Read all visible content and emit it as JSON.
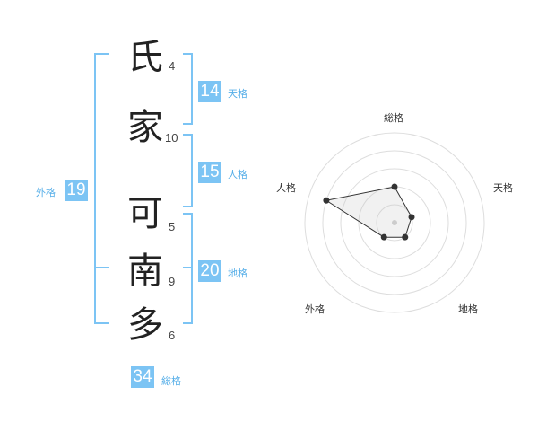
{
  "name_chars": [
    {
      "char": "氏",
      "strokes": "4"
    },
    {
      "char": "家",
      "strokes": "10"
    },
    {
      "char": "可",
      "strokes": "5"
    },
    {
      "char": "南",
      "strokes": "9"
    },
    {
      "char": "多",
      "strokes": "6"
    }
  ],
  "fortunes": {
    "tenkaku": {
      "value": "14",
      "label": "天格"
    },
    "jinkaku": {
      "value": "15",
      "label": "人格"
    },
    "chikaku": {
      "value": "20",
      "label": "地格"
    },
    "gaikaku": {
      "value": "19",
      "label": "外格"
    },
    "soukaku": {
      "value": "34",
      "label": "総格"
    }
  },
  "colors": {
    "accent": "#7cc4f4",
    "bracket": "#7cc4f4",
    "text": "#222222"
  },
  "chart_data": {
    "type": "radar",
    "axes": [
      "総格",
      "天格",
      "地格",
      "外格",
      "人格"
    ],
    "values": [
      2,
      1,
      1,
      1,
      4
    ],
    "rmax": 5,
    "rings": 5
  }
}
